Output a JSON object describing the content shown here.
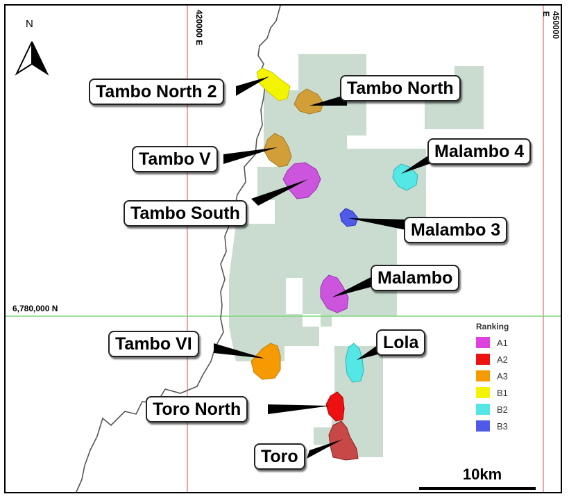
{
  "grid": {
    "easting_1": "420000 E",
    "easting_2": "450000 E",
    "northing": "6,780,000 N",
    "line_color": "#e08a8a",
    "northing_line_color": "#7ed67e"
  },
  "north_arrow": {
    "label": "N",
    "icon": "north-arrow-icon"
  },
  "scale_bar": {
    "label": "10km"
  },
  "tenement_color": "#c9dccf",
  "legend": {
    "title": "Ranking",
    "items": [
      {
        "label": "A1",
        "color": "#e040e0"
      },
      {
        "label": "A2",
        "color": "#ee1111"
      },
      {
        "label": "A3",
        "color": "#f59a00"
      },
      {
        "label": "B1",
        "color": "#f4f400"
      },
      {
        "label": "B2",
        "color": "#55e6e6"
      },
      {
        "label": "B3",
        "color": "#4f5ae8"
      }
    ]
  },
  "targets": [
    {
      "name": "Tambo North 2",
      "ranking": "B1"
    },
    {
      "name": "Tambo North",
      "ranking": "A3"
    },
    {
      "name": "Tambo V",
      "ranking": "A3"
    },
    {
      "name": "Tambo South",
      "ranking": "A1"
    },
    {
      "name": "Malambo 4",
      "ranking": "B2"
    },
    {
      "name": "Malambo 3",
      "ranking": "B3"
    },
    {
      "name": "Malambo",
      "ranking": "A1"
    },
    {
      "name": "Tambo VI",
      "ranking": "A3"
    },
    {
      "name": "Lola",
      "ranking": "B2"
    },
    {
      "name": "Toro North",
      "ranking": "A2"
    },
    {
      "name": "Toro",
      "ranking": "A2"
    }
  ]
}
